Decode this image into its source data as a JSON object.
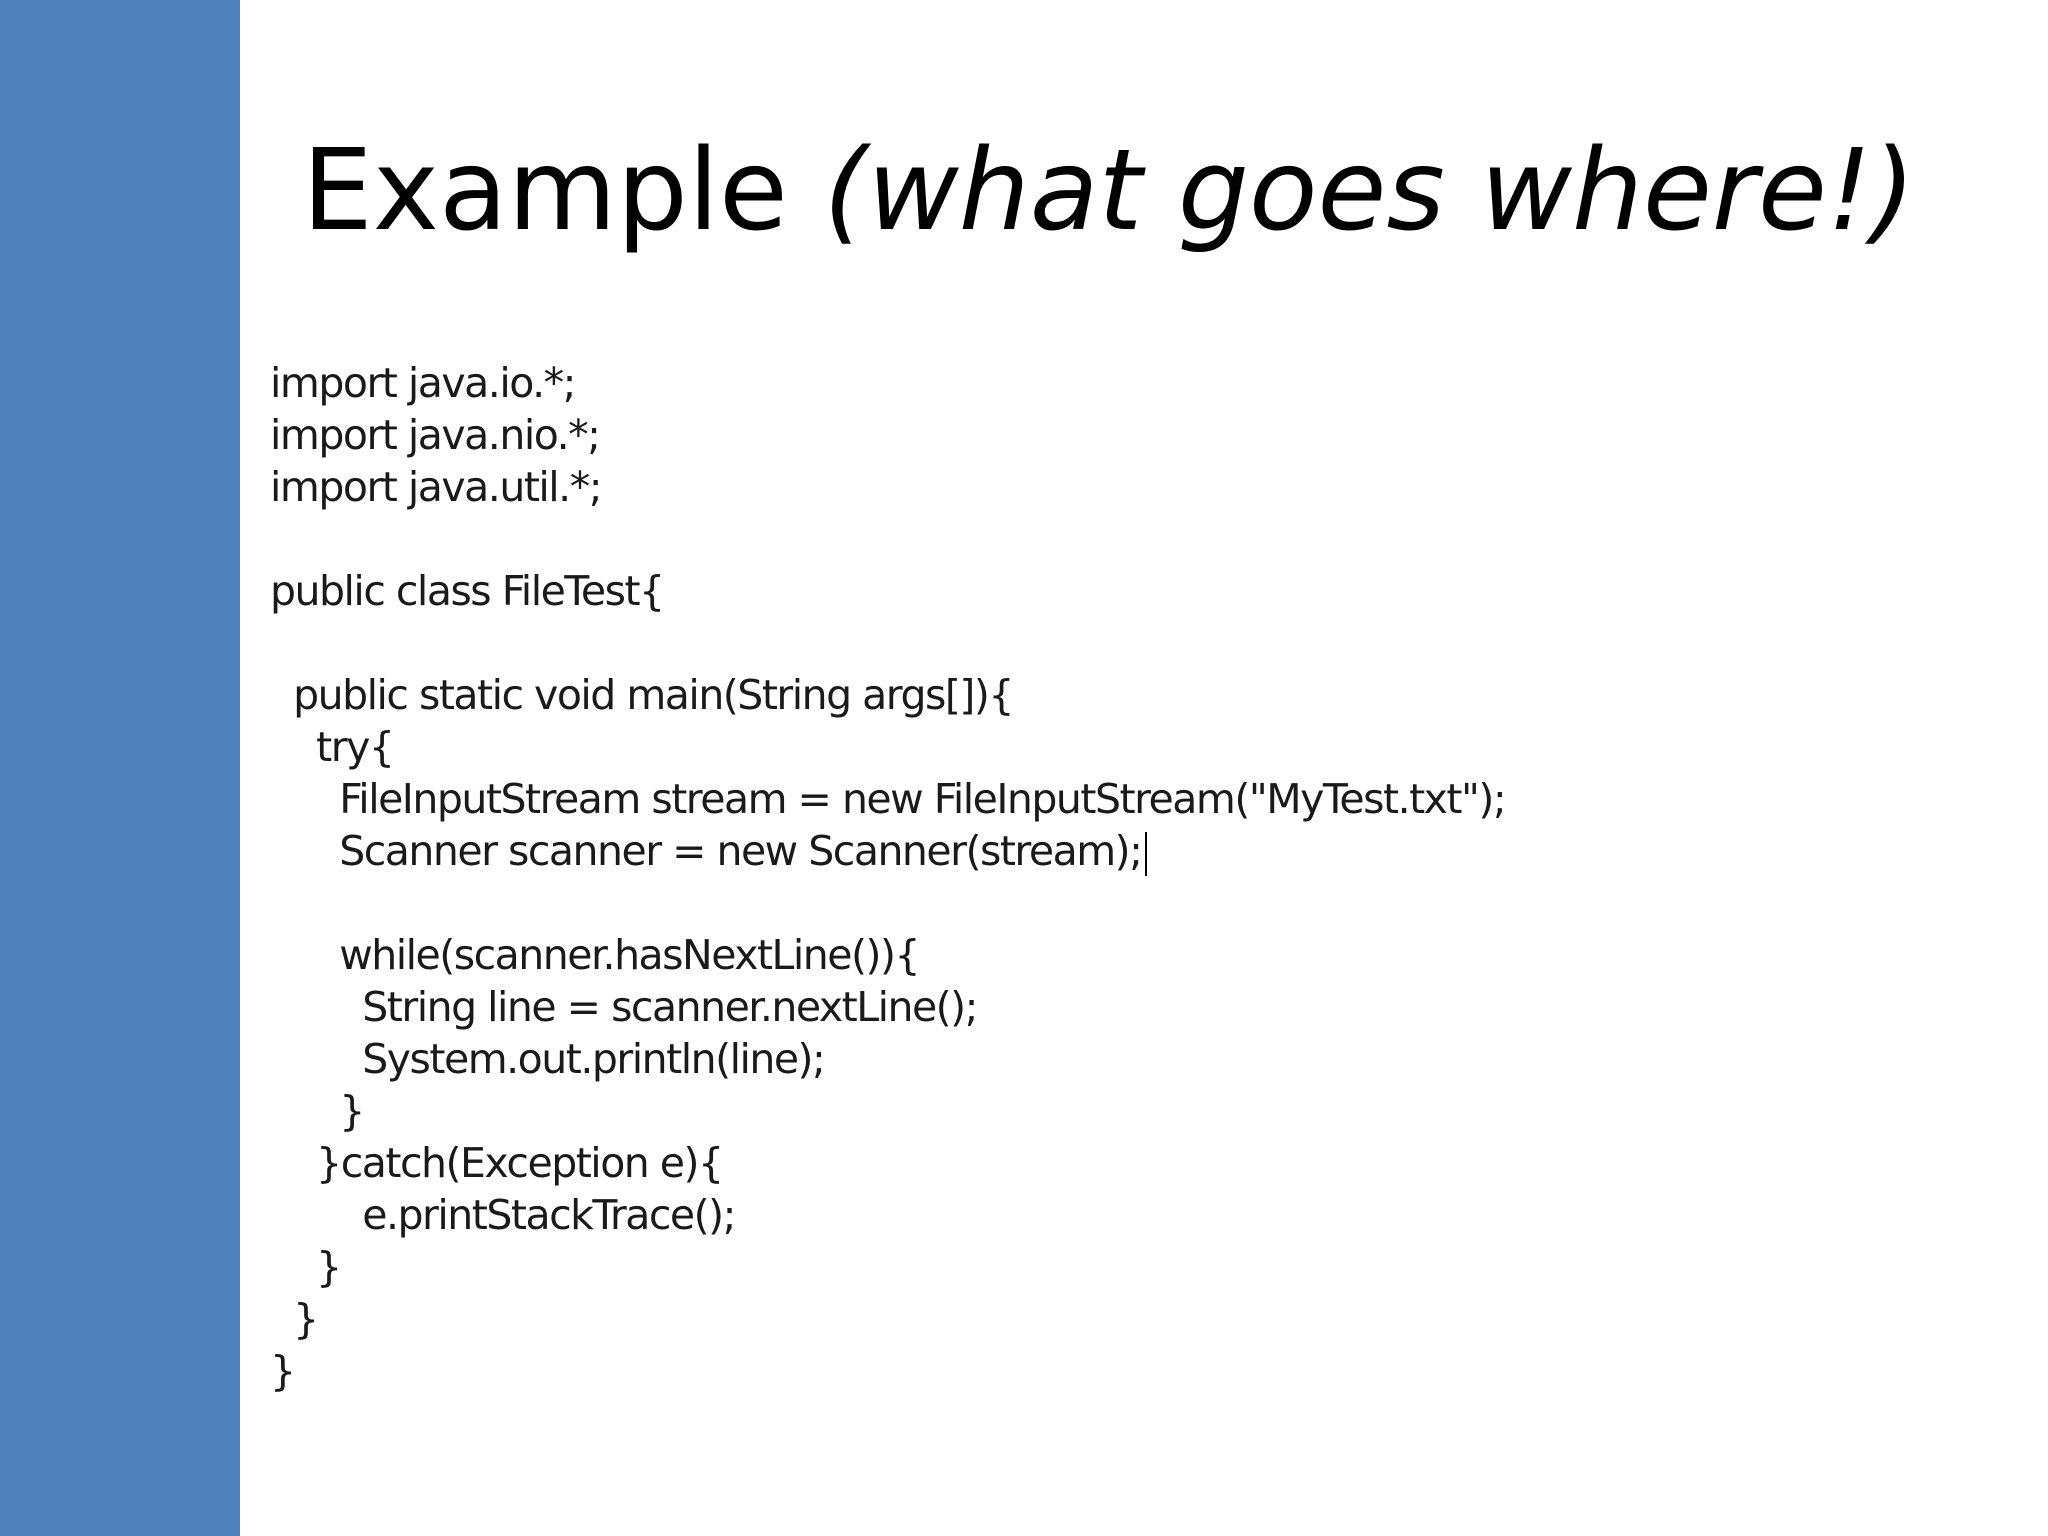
{
  "slide": {
    "title_main": "Example ",
    "title_emphasis": "(what goes where!)",
    "sidebar_color": "#4F81BD",
    "code_lines": [
      "import java.io.*;",
      "import java.nio.*;",
      "import java.util.*;",
      "",
      "public class FileTest{",
      "",
      "  public static void main(String args[]){",
      "    try{",
      "      FileInputStream stream = new FileInputStream(\"MyTest.txt\");",
      "      Scanner scanner = new Scanner(stream);",
      "",
      "      while(scanner.hasNextLine()){",
      "        String line = scanner.nextLine();",
      "        System.out.println(line);",
      "      }",
      "    }catch(Exception e){",
      "        e.printStackTrace();",
      "    }",
      "  }",
      "}"
    ]
  }
}
